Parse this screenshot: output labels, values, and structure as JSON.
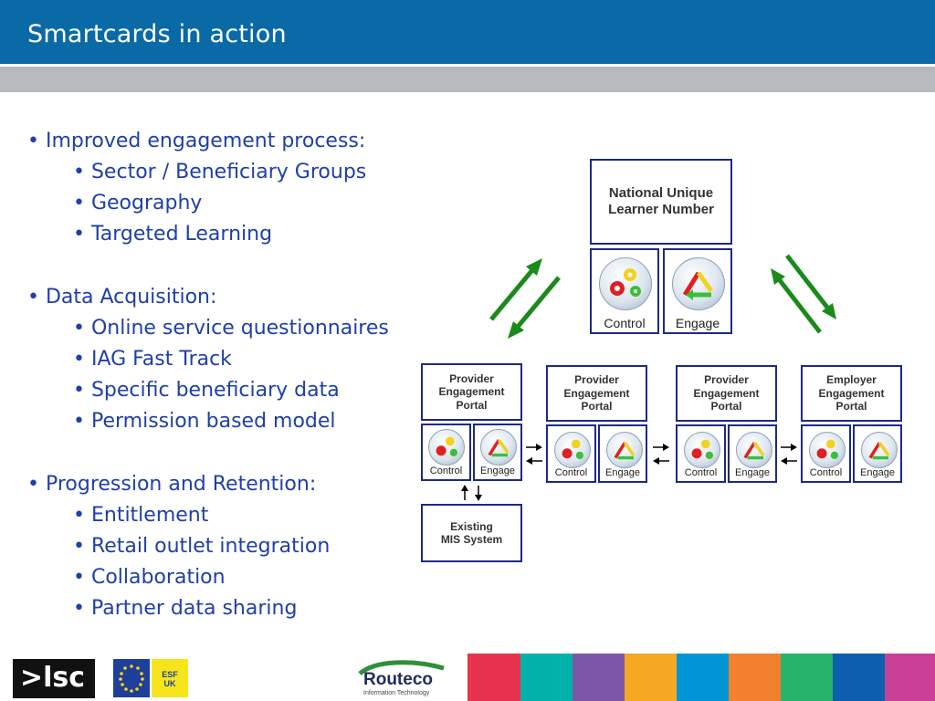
{
  "slide": {
    "title": "Smartcards in action"
  },
  "bullets": [
    {
      "level": 1,
      "text": "• Improved engagement process:"
    },
    {
      "level": 2,
      "text": "• Sector / Beneficiary Groups"
    },
    {
      "level": 2,
      "text": "• Geography"
    },
    {
      "level": 2,
      "text": "• Targeted Learning"
    },
    {
      "level": 1,
      "text": "• Data Acquisition:"
    },
    {
      "level": 2,
      "text": "• Online service questionnaires"
    },
    {
      "level": 2,
      "text": "• IAG Fast Track"
    },
    {
      "level": 2,
      "text": "• Specific beneficiary data"
    },
    {
      "level": 2,
      "text": "• Permission based model"
    },
    {
      "level": 1,
      "text": "• Progression and Retention:"
    },
    {
      "level": 2,
      "text": "• Entitlement"
    },
    {
      "level": 2,
      "text": "• Retail outlet integration"
    },
    {
      "level": 2,
      "text": "• Collaboration"
    },
    {
      "level": 2,
      "text": "• Partner data sharing"
    }
  ],
  "diagram": {
    "national": {
      "title": "National Unique Learner Number",
      "control_label": "Control",
      "engage_label": "Engage"
    },
    "portals": [
      {
        "title": "Provider Engagement Portal",
        "control_label": "Control",
        "engage_label": "Engage"
      },
      {
        "title": "Provider Engagement Portal",
        "control_label": "Control",
        "engage_label": "Engage"
      },
      {
        "title": "Provider Engagement Portal",
        "control_label": "Control",
        "engage_label": "Engage"
      },
      {
        "title": "Employer Engagement Portal",
        "control_label": "Control",
        "engage_label": "Engage"
      }
    ],
    "mis": {
      "title": "Existing MIS System"
    }
  },
  "footer": {
    "lsc_logo_text": ">lsc",
    "esf_logo_text": "ESF UK",
    "routeco_name": "Routeco",
    "routeco_tagline": "Information Technology",
    "colors": [
      "#e8334f",
      "#00b2a9",
      "#7e58a8",
      "#f7a823",
      "#0096d6",
      "#f37f2f",
      "#27b36a",
      "#0b5fae",
      "#c83f97"
    ]
  },
  "colors": {
    "title_bar": "#0a6aa6",
    "band": "#b8babd",
    "bullet_text": "#1f3fa8",
    "box_border": "#1c2a83",
    "arrow_green": "#1a8a1a"
  }
}
